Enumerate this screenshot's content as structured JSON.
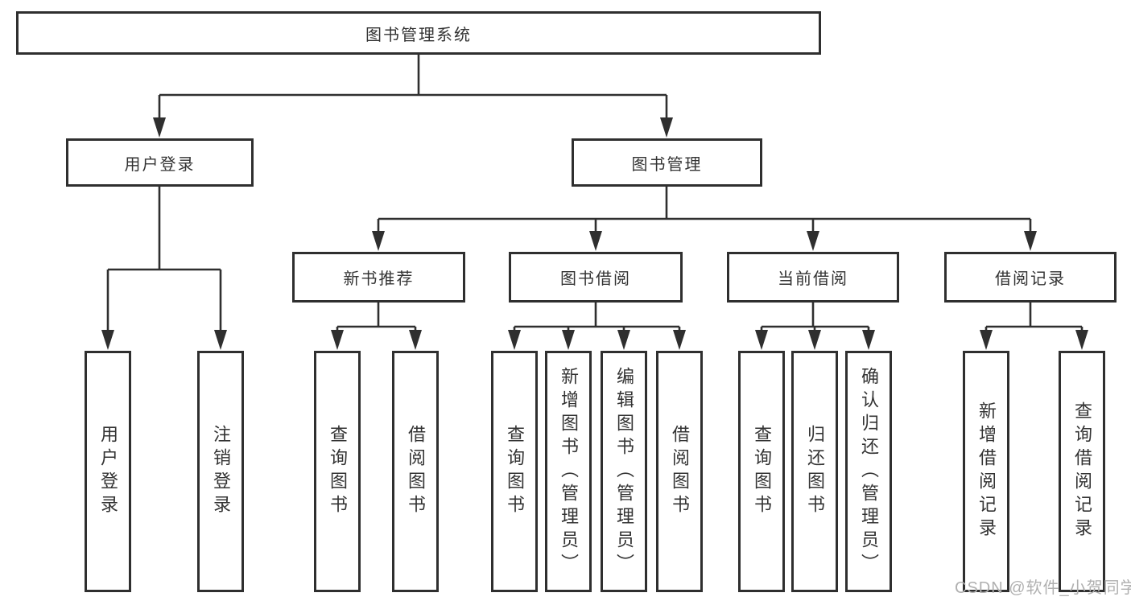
{
  "diagram": {
    "root": {
      "label": "图书管理系统"
    },
    "level2": {
      "user_login": {
        "label": "用户登录"
      },
      "book_mgmt": {
        "label": "图书管理"
      }
    },
    "level3": {
      "new_book": {
        "label": "新书推荐"
      },
      "borrow": {
        "label": "图书借阅"
      },
      "current": {
        "label": "当前借阅"
      },
      "record": {
        "label": "借阅记录"
      }
    },
    "leaves": {
      "user_login_1": "用户登录",
      "user_login_2": "注销登录",
      "new_book_1": "查询图书",
      "new_book_2": "借阅图书",
      "borrow_1": "查询图书",
      "borrow_2": "新增图书（管理员）",
      "borrow_3": "编辑图书（管理员）",
      "borrow_4": "借阅图书",
      "current_1": "查询图书",
      "current_2": "归还图书",
      "current_3": "确认归还（管理员）",
      "record_1": "新增借阅记录",
      "record_2": "查询借阅记录"
    }
  },
  "watermark": "CSDN @软件_小贺同学",
  "colors": {
    "line": "#2f2f2f",
    "text": "#333333",
    "watermark": "#b0b0b0",
    "background": "#ffffff"
  }
}
